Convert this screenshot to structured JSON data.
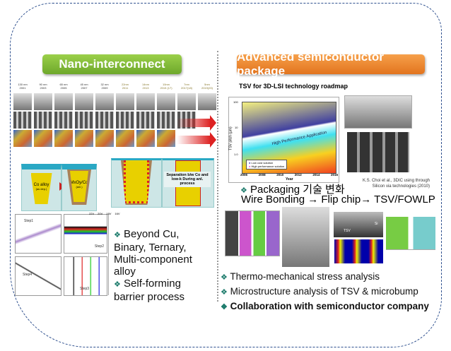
{
  "left": {
    "banner": "Nano-interconnect",
    "nodes": [
      {
        "nm": "130 nm",
        "year": "2001"
      },
      {
        "nm": "90 nm",
        "year": "2003"
      },
      {
        "nm": "65 nm",
        "year": "2005"
      },
      {
        "nm": "45 nm",
        "year": "2007"
      },
      {
        "nm": "32 nm",
        "year": "2009"
      },
      {
        "nm": "22nm",
        "year": "2011"
      },
      {
        "nm": "14nm",
        "year": "2013"
      },
      {
        "nm": "10nm",
        "year": "2015 (17)"
      },
      {
        "nm": "7nm",
        "year": "2017(18)"
      },
      {
        "nm": "5nm",
        "year": "2019(20)"
      }
    ],
    "diagram": {
      "co_alloy": "Co alloy",
      "as_dep": "(as dep.)",
      "mxoy": "MxOy/Co",
      "anl": "(anl.)",
      "separation": "Separation b/w Co and low-k During anl. process"
    },
    "charts": {
      "step1": "Step1",
      "step2": "Step2",
      "step3": "Step3",
      "step4": "Step4",
      "voltages": [
        "22V",
        "20V",
        "18V",
        "16V"
      ]
    },
    "bullets": [
      "Beyond Cu, Binary, Ternary, Multi-component alloy",
      "Self-forming barrier process"
    ]
  },
  "right": {
    "banner": "Advanced semiconductor package",
    "roadmap_title": "TSV for 3D-LSI technology roadmap",
    "chart": {
      "ylabel": "TSV pitch (µm)",
      "xlabel": "Year",
      "xticks": [
        "2006",
        "2008",
        "2010",
        "2012",
        "2014",
        "2016"
      ],
      "yticks": [
        "100",
        "10",
        "1.0"
      ],
      "legend": [
        "Low cost solution",
        "High performance solution"
      ],
      "band": "High Performance Application"
    },
    "citation": "K.S. Choi et al., 3DIC using through Silicon via technologies (2010)",
    "packaging": "Packaging 기술 변화",
    "evolution": "Wire Bonding → Flip chip→ TSV/FOWLP",
    "image_labels": {
      "tsv": "TSV",
      "si": "Si"
    },
    "bullets": [
      "Thermo-mechanical stress analysis",
      "Microstructure analysis of TSV & microbump",
      "Collaboration with semiconductor company"
    ]
  },
  "colors": {
    "green": "#7ab534",
    "orange": "#ec8a2f",
    "frame": "#2d4f8e",
    "bullet": "#1a7a6a"
  }
}
